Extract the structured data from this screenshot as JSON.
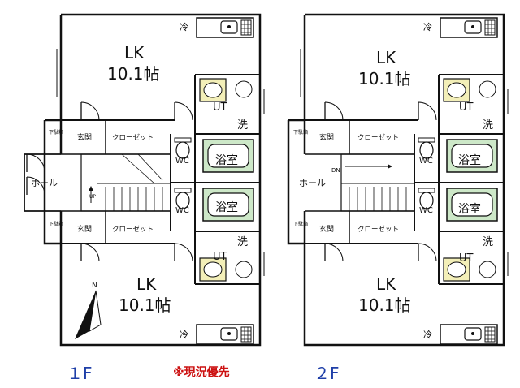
{
  "colors": {
    "wall": "#111111",
    "bath_fill": "#cde8c8",
    "toilet_fill": "#f3efb8",
    "floor_label": "#1f3fa8",
    "note": "#cc1111"
  },
  "labels": {
    "lk": "LK",
    "lk_size": "10.1帖",
    "ut": "UT",
    "wash": "洗",
    "bath": "浴室",
    "wc": "WC",
    "entrance": "玄関",
    "closet": "クローゼット",
    "hall": "ホール",
    "fridge": "冷",
    "shoe_box": "下駄箱",
    "up": "UP",
    "dn": "DN",
    "north": "N"
  },
  "floors": {
    "first": "１F",
    "second": "２F"
  },
  "note": "※現況優先",
  "icons": {
    "compass": "north-arrow-icon",
    "kitchen": "kitchen-sink-stove-icon",
    "toilet": "toilet-icon",
    "bathtub": "bathtub-icon",
    "washbasin": "washbasin-icon"
  }
}
